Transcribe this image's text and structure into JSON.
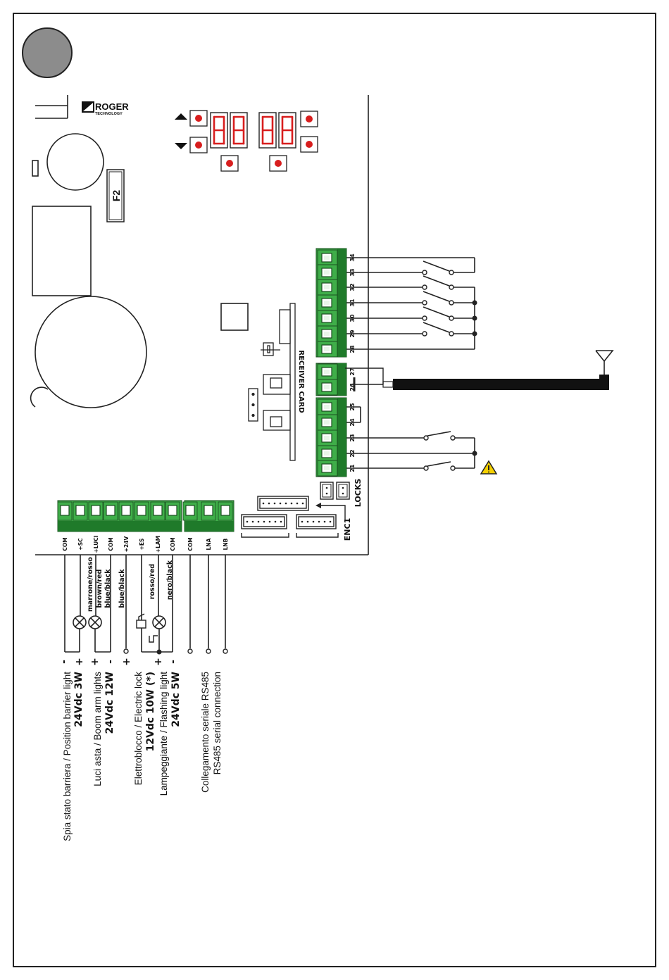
{
  "brand": {
    "name": "ROGER",
    "sub": "TECHNOLOGY"
  },
  "fuse_label": "F2",
  "receiver_label": "RECEIVER CARD",
  "locks_label": "LOCKS",
  "enc_label": "ENC1",
  "colors": {
    "terminal_green": "#3fae49",
    "terminal_dark": "#1f7a2a",
    "display_red": "#d81e1e",
    "badge_gray": "#8c8c8c",
    "warning_yellow": "#f5d000"
  },
  "right_terminals": [
    "34",
    "33",
    "32",
    "31",
    "30",
    "29",
    "28",
    "27",
    "26",
    "25",
    "24",
    "23",
    "22",
    "21"
  ],
  "bottom_terminals": [
    "COM",
    "+SC",
    "+LUCI",
    "COM",
    "+24V",
    "+ES",
    "+LAM",
    "COM",
    "COM",
    "LNA",
    "LNB"
  ],
  "wire_colors": {
    "marrone": "marrone/rosso",
    "brown": "brown/red",
    "blue1": "blue/black",
    "blue2": "blue/black",
    "rosso": "rosso/red",
    "nero": "nero/black"
  },
  "signs": {
    "sc_minus": "-",
    "sc_plus": "+",
    "luci_plus": "+",
    "luci_minus": "-",
    "p24": "+",
    "es_plus": "+",
    "es_minus": "-"
  },
  "captions": {
    "position_light": "Spia stato barriera / Position barrier light",
    "position_power": "24Vdc 3W",
    "boom_lights": "Luci asta / Boom arm lights",
    "boom_power": "24Vdc 12W",
    "electric_lock": "Elettroblocco / Electric lock",
    "electric_lock_power": "12Vdc 10W (*)",
    "flashing_light": "Lampeggiante / Flashing light",
    "flashing_power": "24Vdc 5W",
    "rs485_it": "Collegamento seriale RS485",
    "rs485_en": "RS485 serial connection"
  }
}
